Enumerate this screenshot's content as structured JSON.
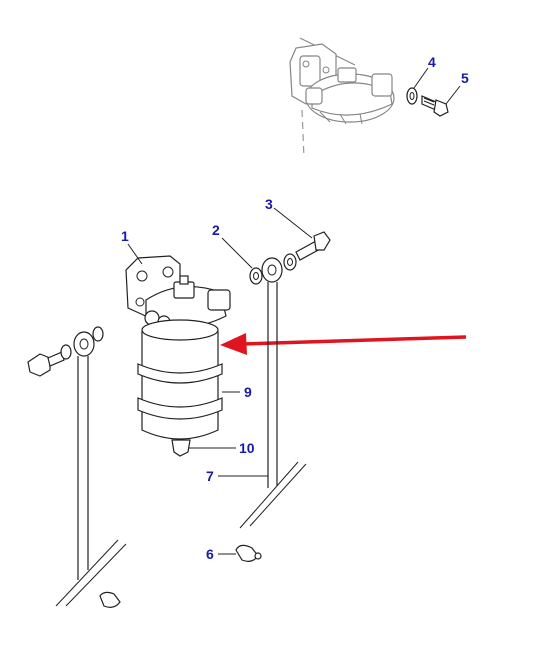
{
  "callouts": {
    "c1": "1",
    "c2": "2",
    "c3": "3",
    "c4": "4",
    "c5": "5",
    "c6": "6",
    "c7": "7",
    "c9": "9",
    "c10": "10"
  },
  "colors": {
    "callout_text": "#1a1aa6",
    "arrow": "#e0141e",
    "line_art": "#222222"
  }
}
